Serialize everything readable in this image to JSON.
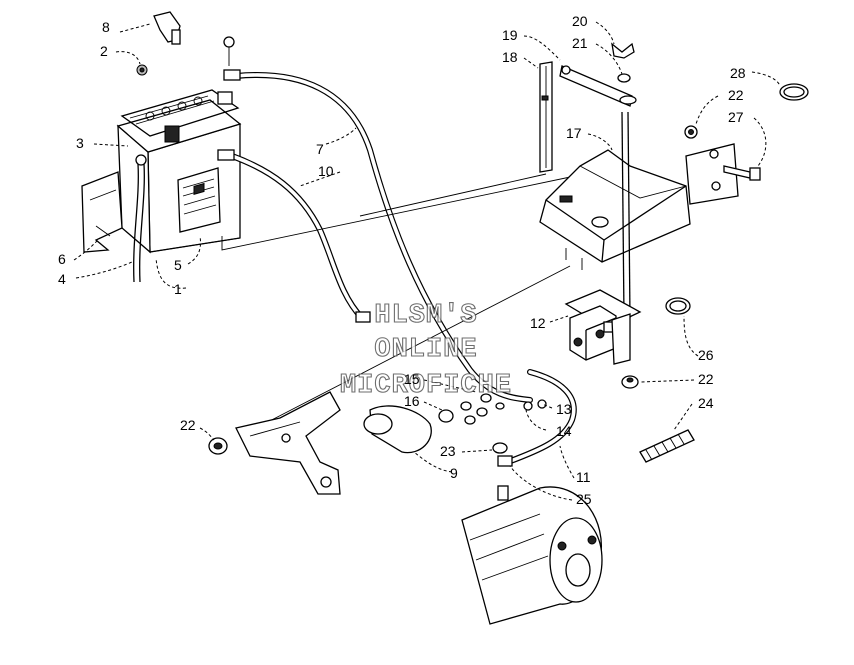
{
  "watermark": {
    "line1": "HLSM'S",
    "line2": "ONLINE",
    "line3": "MICROFICHE"
  },
  "callouts": [
    {
      "id": "8",
      "text": "8"
    },
    {
      "id": "2",
      "text": "2"
    },
    {
      "id": "3",
      "text": "3"
    },
    {
      "id": "6",
      "text": "6"
    },
    {
      "id": "4",
      "text": "4"
    },
    {
      "id": "5",
      "text": "5"
    },
    {
      "id": "1",
      "text": "1"
    },
    {
      "id": "7",
      "text": "7"
    },
    {
      "id": "10",
      "text": "10"
    },
    {
      "id": "19",
      "text": "19"
    },
    {
      "id": "18",
      "text": "18"
    },
    {
      "id": "20",
      "text": "20"
    },
    {
      "id": "21",
      "text": "21"
    },
    {
      "id": "17",
      "text": "17"
    },
    {
      "id": "28",
      "text": "28"
    },
    {
      "id": "22a",
      "text": "22"
    },
    {
      "id": "27",
      "text": "27"
    },
    {
      "id": "12",
      "text": "12"
    },
    {
      "id": "26",
      "text": "26"
    },
    {
      "id": "22b",
      "text": "22"
    },
    {
      "id": "15",
      "text": "15"
    },
    {
      "id": "16",
      "text": "16"
    },
    {
      "id": "13",
      "text": "13"
    },
    {
      "id": "14",
      "text": "14"
    },
    {
      "id": "24",
      "text": "24"
    },
    {
      "id": "22c",
      "text": "22"
    },
    {
      "id": "23",
      "text": "23"
    },
    {
      "id": "9",
      "text": "9"
    },
    {
      "id": "11",
      "text": "11"
    },
    {
      "id": "25",
      "text": "25"
    }
  ]
}
